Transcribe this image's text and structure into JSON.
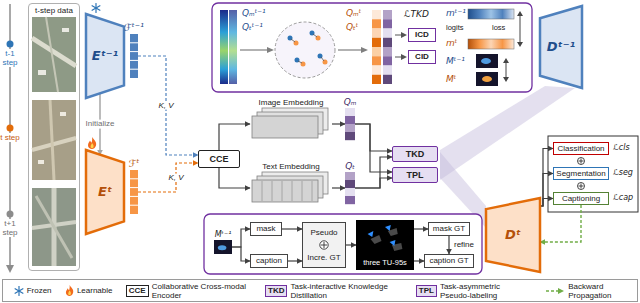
{
  "diagram": {
    "nodes": [
      {
        "text": [
          "t-step data"
        ]
      },
      {
        "text": [
          "Eᵗ⁻¹"
        ]
      },
      {
        "text": [
          "ℱᵗ⁻¹"
        ]
      },
      {
        "text": [
          "ICD"
        ]
      },
      {
        "text": [
          "CID"
        ]
      },
      {
        "text": [
          "Dᵗ⁻¹"
        ]
      },
      {
        "text": [
          "Eᵗ"
        ]
      },
      {
        "text": [
          "ℱᵗ"
        ]
      },
      {
        "text": [
          "CCE"
        ]
      },
      {
        "text": [
          "Image Embedding"
        ]
      },
      {
        "text": [
          "Qₘ"
        ]
      },
      {
        "text": [
          "Text Embedding"
        ]
      },
      {
        "text": [
          "Qₜ"
        ]
      },
      {
        "text": [
          "TKD"
        ]
      },
      {
        "text": [
          "TPL"
        ]
      },
      {
        "text": [
          "Classification"
        ]
      },
      {
        "text": [
          "Segmentation"
        ]
      },
      {
        "text": [
          "Captioning"
        ]
      },
      {
        "text": [
          "Mᵗ⁻¹"
        ]
      },
      {
        "text": [
          "mask"
        ]
      },
      {
        "text": [
          "caption"
        ]
      },
      {
        "text": [
          "Pseudo",
          "Incre. GT"
        ]
      },
      {
        "text": [
          "three TU-95s"
        ]
      },
      {
        "text": [
          "mask GT"
        ]
      },
      {
        "text": [
          "caption GT"
        ]
      },
      {
        "text": [
          "Dᵗ"
        ]
      }
    ],
    "edges": [
      {
        "from": 1,
        "to": 6,
        "arrow": "to",
        "label": "Initialize"
      },
      {
        "from": 2,
        "to": 8,
        "arrow": "to",
        "label": "K, V"
      },
      {
        "from": 7,
        "to": 8,
        "arrow": "to",
        "label": "K, V"
      },
      {
        "from": 8,
        "to": 9,
        "arrow": "to"
      },
      {
        "from": 8,
        "to": 11,
        "arrow": "to"
      },
      {
        "from": 9,
        "to": 10,
        "arrow": "to"
      },
      {
        "from": 11,
        "to": 12,
        "arrow": "to"
      },
      {
        "from": 10,
        "to": 13,
        "arrow": "to"
      },
      {
        "from": 10,
        "to": 14,
        "arrow": "to"
      },
      {
        "from": 12,
        "to": 13,
        "arrow": "to"
      },
      {
        "from": 12,
        "to": 14,
        "arrow": "to"
      },
      {
        "from": 25,
        "to": 15,
        "arrow": "to"
      },
      {
        "from": 25,
        "to": 16,
        "arrow": "to"
      },
      {
        "from": 25,
        "to": 17,
        "arrow": "to"
      },
      {
        "from": 17,
        "to": 25,
        "arrow": "to"
      },
      {
        "from": 18,
        "to": 19,
        "arrow": "to"
      },
      {
        "from": 18,
        "to": 20,
        "arrow": "to"
      },
      {
        "from": 19,
        "to": 21,
        "arrow": "to"
      },
      {
        "from": 20,
        "to": 21,
        "arrow": "to"
      },
      {
        "from": 21,
        "to": 22,
        "arrow": "to"
      },
      {
        "from": 22,
        "to": 23,
        "arrow": "to"
      },
      {
        "from": 22,
        "to": 24,
        "arrow": "to"
      },
      {
        "from": 23,
        "to": 24,
        "arrow": "to",
        "label": "refine"
      }
    ],
    "labels": [
      "t-1 step",
      "t step",
      "t+1 step",
      "Qₘᵗ⁻¹",
      "Qₜᵗ⁻¹",
      "Qₘᵗ",
      "Qₜᵗ",
      "ℒTKD",
      "mᵗ⁻¹",
      "logits",
      "mᵗ",
      "loss",
      "Mᵗ⁻¹",
      "Mᵗ",
      "ℒcls",
      "ℒseg",
      "ℒcap",
      "CCE",
      "TKD",
      "TPL"
    ],
    "legend": [
      {
        "text": "Frozen"
      },
      {
        "text": "Learnable"
      },
      {
        "text": "Collaborative Cross-modal Encoder"
      },
      {
        "text": "Task-interactive Knowledge Distillation"
      },
      {
        "text": "Task-asymmetric Pseudo-labeling"
      },
      {
        "text": "Backward Propagation"
      }
    ]
  }
}
